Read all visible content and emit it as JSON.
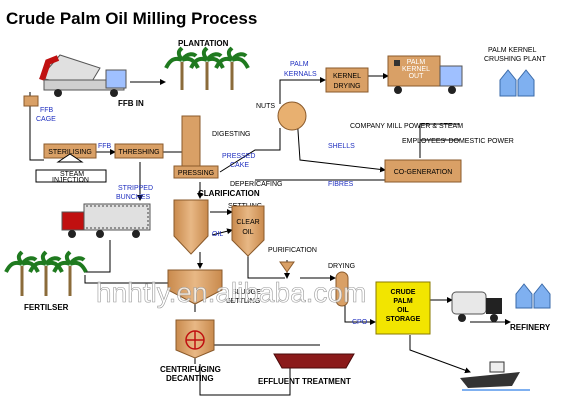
{
  "title": "Crude Palm Oil Milling Process",
  "watermark": "hnhtly.en.alibaba.com",
  "nodes": {
    "plantation": "PLANTATION",
    "ffb_in": "FFB IN",
    "ffb_cage": "FFB\nCAGE",
    "sterilising": "STERILISING",
    "ffb": "FFB",
    "threshing": "THRESHING",
    "steam_injection": "STEAM\nINJECTION",
    "digesting": "DIGESTING",
    "pressing": "PRESSING",
    "pressed_cake": "PRESSED\nCAKE",
    "nuts": "NUTS",
    "palm_kernals": "PALM\nKERNALS",
    "kernel_drying": "KERNEL\nDRYING",
    "palm_kernel_out": "PALM\nKERNEL\nOUT",
    "palm_kernel_crushing": "PALM KERNEL\nCRUSHING PLANT",
    "company_power": "COMPANY MILL POWER & STEAM",
    "employees_power": "EMPLOYEES' DOMESTIC POWER",
    "shells": "SHELLS",
    "depericarfing": "DEPERICAFING",
    "fibres": "FIBRES",
    "co_generation": "CO-GENERATION",
    "stripped_bunches": "STRIPPED\nBUNCHES",
    "clarification": "CLARIFICATION",
    "settling": "SETTLING",
    "oil": "OIL",
    "clear_oil": "CLEAR\nOIL",
    "purification": "PURIFICATION",
    "drying": "DRYING",
    "sludge_settling": "SLUDGE\nSETTLING",
    "cpo": "CPO",
    "crude_palm_oil_storage": "CRUDE\nPALM\nOIL\nSTORAGE",
    "refinery": "REFINERY",
    "fertilser": "FERTILSER",
    "centrifuging": "CENTRIFUGING\nDECANTING",
    "effluent_treatment": "EFFLUENT TREATMENT"
  },
  "colors": {
    "box": "#d9a066",
    "box_stroke": "#8a5a2b",
    "label_blue": "#1f2fbf",
    "storage_yellow": "#f2e500",
    "effluent_red": "#8b1a1a",
    "tank_blue": "#7fb0f0"
  }
}
